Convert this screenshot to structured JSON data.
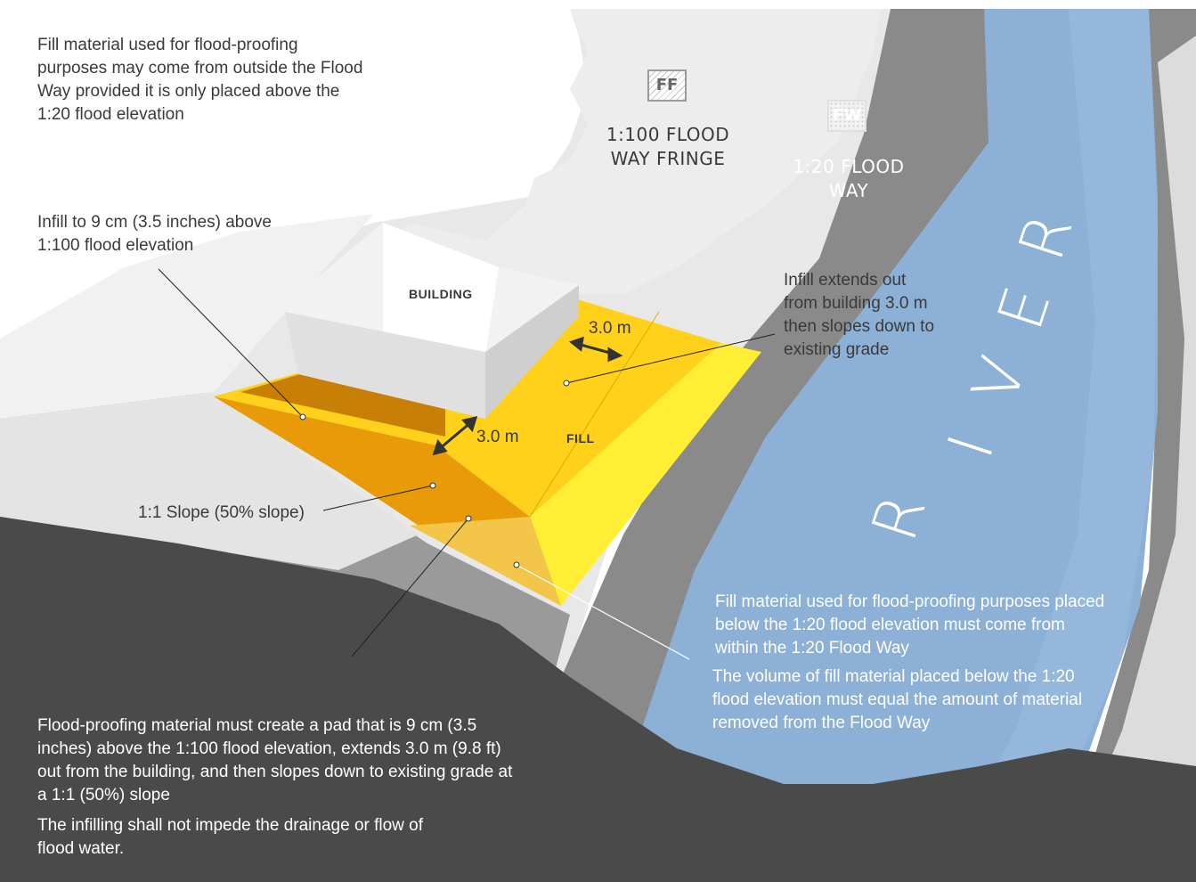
{
  "annotations": {
    "fill_outside": "Fill material used for flood-proofing purposes may come from outside the Flood Way provided it is only placed above the 1:20 flood elevation",
    "infill_above": "Infill to 9 cm (3.5 inches) above 1:100 flood elevation",
    "infill_extends": "Infill extends out from building 3.0 m then slopes down to existing grade",
    "slope": "1:1 Slope (50% slope)",
    "fill_below": "Fill material used for flood-proofing purposes placed below the 1:20 flood elevation must come from within the 1:20 Flood Way",
    "volume": "The volume of fill material placed below the 1:20 flood elevation must equal the amount of material removed from the Flood Way",
    "pad": "Flood-proofing material must create a pad that is 9 cm (3.5 inches) above the 1:100 flood elevation, extends 3.0 m (9.8 ft) out from the building, and then slopes down to existing grade at a 1:1 (50%) slope",
    "drainage": "The infilling shall not impede the drainage or flow of flood water."
  },
  "zones": {
    "ff_badge": "FF",
    "ff_title_line1": "1:100 FLOOD",
    "ff_title_line2": "WAY FRINGE",
    "fw_badge": "FW",
    "fw_title_line1": "1:20 FLOOD",
    "fw_title_line2": "WAY"
  },
  "labels": {
    "building": "BUILDING",
    "fill": "FILL",
    "dim_top": "3.0 m",
    "dim_front": "3.0 m",
    "river": [
      "R",
      "I",
      "V",
      "E",
      "R"
    ]
  },
  "colors": {
    "fill_top": "#ffd11a",
    "fill_front": "#e99a08",
    "fill_side": "#ffee33",
    "river": "#8db0d6",
    "dark_ground": "#4a4a4a"
  }
}
